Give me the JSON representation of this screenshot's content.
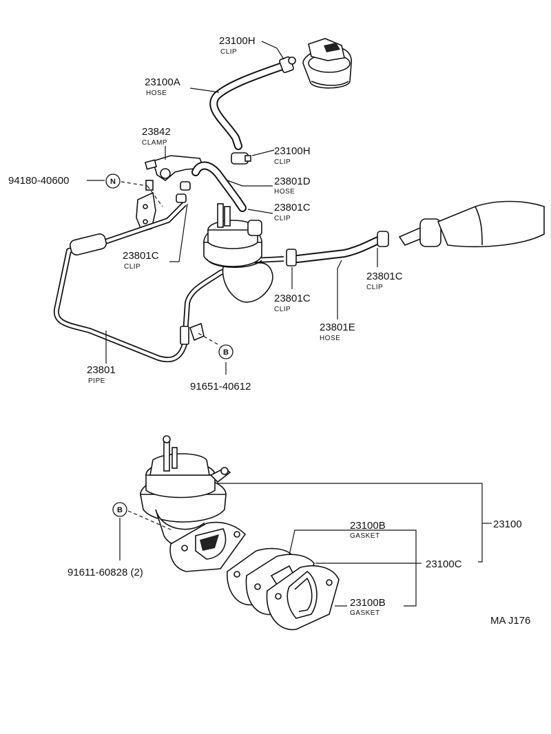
{
  "labels": {
    "l_23100h_top": {
      "number": "23100H",
      "sub": "CLIP"
    },
    "l_23100a": {
      "number": "23100A",
      "sub": "HOSE"
    },
    "l_23842": {
      "number": "23842",
      "sub": "CLAMP"
    },
    "l_23100h_mid": {
      "number": "23100H",
      "sub": "CLIP"
    },
    "l_94180": {
      "number": "94180-40600"
    },
    "l_23801d": {
      "number": "23801D",
      "sub": "HOSE"
    },
    "l_23801c_a": {
      "number": "23801C",
      "sub": "CLIP"
    },
    "l_23801c_left": {
      "number": "23801C",
      "sub": "CLIP"
    },
    "l_23801c_right": {
      "number": "23801C",
      "sub": "CLIP"
    },
    "l_23801c_center": {
      "number": "23801C",
      "sub": "CLIP"
    },
    "l_23801e": {
      "number": "23801E",
      "sub": "HOSE"
    },
    "l_23801": {
      "number": "23801",
      "sub": "PIPE"
    },
    "l_91651": {
      "number": "91651-40612"
    },
    "l_23100": {
      "number": "23100"
    },
    "l_23100b_top": {
      "number": "23100B",
      "sub": "GASKET"
    },
    "l_23100c": {
      "number": "23100C"
    },
    "l_23100b_bot": {
      "number": "23100B",
      "sub": "GASKET"
    },
    "l_91611": {
      "number": "91611-60828 (2)"
    }
  },
  "markers": {
    "n": "N",
    "b_top": "B",
    "b_bot": "B"
  },
  "figure_code": "MA J176"
}
